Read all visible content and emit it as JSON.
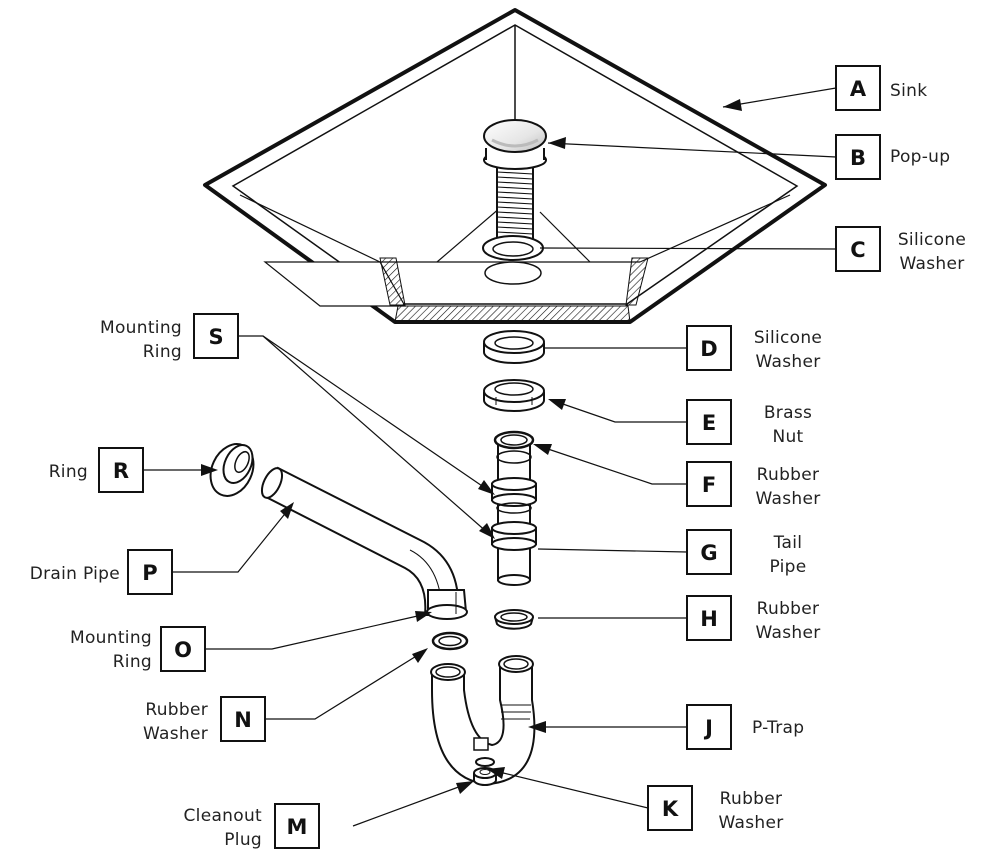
{
  "callouts": [
    {
      "letter": "A",
      "lines": [
        "Sink"
      ]
    },
    {
      "letter": "B",
      "lines": [
        "Pop-up"
      ]
    },
    {
      "letter": "C",
      "lines": [
        "Silicone",
        "Washer"
      ]
    },
    {
      "letter": "D",
      "lines": [
        "Silicone",
        "Washer"
      ]
    },
    {
      "letter": "E",
      "lines": [
        "Brass",
        "Nut"
      ]
    },
    {
      "letter": "F",
      "lines": [
        "Rubber",
        "Washer"
      ]
    },
    {
      "letter": "G",
      "lines": [
        "Tail",
        "Pipe"
      ]
    },
    {
      "letter": "H",
      "lines": [
        "Rubber",
        "Washer"
      ]
    },
    {
      "letter": "J",
      "lines": [
        "P-Trap"
      ]
    },
    {
      "letter": "K",
      "lines": [
        "Rubber",
        "Washer"
      ]
    },
    {
      "letter": "M",
      "lines": [
        "Cleanout",
        "Plug"
      ]
    },
    {
      "letter": "N",
      "lines": [
        "Rubber",
        "Washer"
      ]
    },
    {
      "letter": "O",
      "lines": [
        "Mounting",
        "Ring"
      ]
    },
    {
      "letter": "P",
      "lines": [
        "Drain Pipe"
      ]
    },
    {
      "letter": "R",
      "lines": [
        "Ring"
      ]
    },
    {
      "letter": "S",
      "lines": [
        "Mounting",
        "Ring"
      ]
    }
  ]
}
